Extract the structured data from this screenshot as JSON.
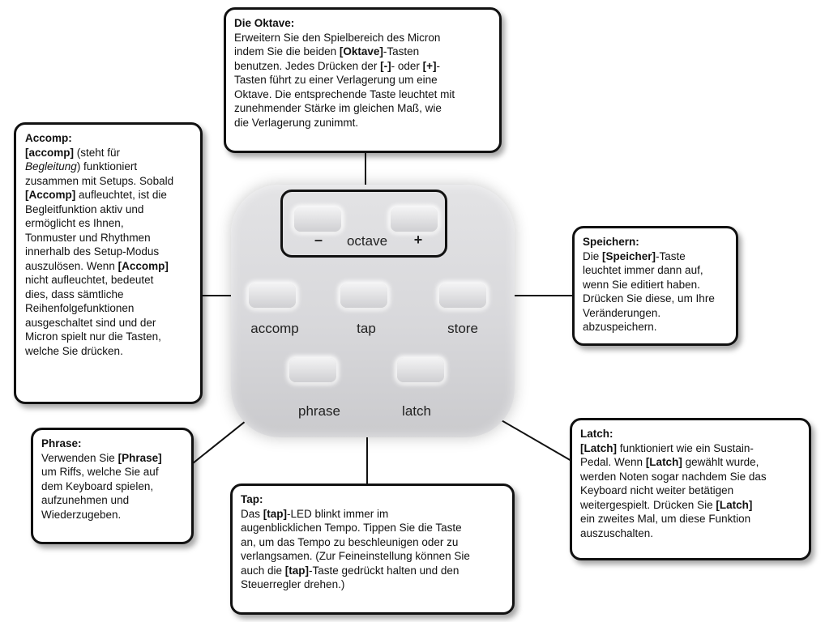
{
  "device": {
    "octave_label": "octave",
    "minus": "–",
    "plus": "+",
    "accomp": "accomp",
    "tap": "tap",
    "store": "store",
    "phrase": "phrase",
    "latch": "latch"
  },
  "callouts": {
    "oktave": {
      "title": "Die Oktave:",
      "line1": "Erweitern Sie den Spielbereich des Micron",
      "line2a": "indem Sie die beiden ",
      "line2b": "[Oktave]",
      "line2c": "-Tasten",
      "line3a": "benutzen. Jedes Drücken der ",
      "line3b": "[-]",
      "line3c": "- oder ",
      "line3d": "[+]",
      "line3e": "-",
      "line4": "Tasten führt zu einer Verlagerung um eine",
      "line5": "Oktave. Die entsprechende Taste leuchtet mit",
      "line6": "zunehmender Stärke im gleichen Maß, wie",
      "line7": "die Verlagerung zunimmt."
    },
    "accomp": {
      "title": "Accomp:",
      "l1a": "[accomp]",
      "l1b": " (steht für",
      "l2": "Begleitung",
      "l2b": ") funktioniert",
      "l3": "zusammen mit Setups. Sobald",
      "l4a": "[Accomp]",
      "l4b": " aufleuchtet, ist die",
      "l5": "Begleitfunktion aktiv und",
      "l6": "ermöglicht es Ihnen,",
      "l7": "Tonmuster und Rhythmen",
      "l8": "innerhalb des Setup-Modus",
      "l9a": "auszulösen. Wenn ",
      "l9b": "[Accomp]",
      "l10": "nicht aufleuchtet, bedeutet",
      "l11": "dies, dass sämtliche",
      "l12": "Reihenfolgefunktionen",
      "l13": "ausgeschaltet sind und der",
      "l14": "Micron spielt nur die Tasten,",
      "l15": "welche Sie drücken."
    },
    "store": {
      "title": "Speichern:",
      "l1a": "Die ",
      "l1b": "[Speicher]",
      "l1c": "-Taste",
      "l2": "leuchtet immer dann auf,",
      "l3": "wenn Sie editiert haben.",
      "l4": "Drücken Sie diese, um Ihre",
      "l5": "Veränderungen.",
      "l6": "abzuspeichern."
    },
    "phrase": {
      "title": "Phrase:",
      "l1a": "Verwenden Sie ",
      "l1b": "[Phrase]",
      "l2": "um Riffs, welche Sie auf",
      "l3": "dem Keyboard spielen,",
      "l4": "aufzunehmen und",
      "l5": "Wiederzugeben."
    },
    "tap": {
      "title": "Tap:",
      "l1a": "Das ",
      "l1b": "[tap]",
      "l1c": "-LED blinkt immer im",
      "l2": "augenblicklichen Tempo. Tippen Sie die Taste",
      "l3": "an, um das Tempo zu beschleunigen oder zu",
      "l4": "verlangsamen. (Zur Feineinstellung können Sie",
      "l5a": "auch die ",
      "l5b": "[tap]",
      "l5c": "-Taste gedrückt halten und den",
      "l6": "Steuerregler drehen.)"
    },
    "latch": {
      "title": "Latch:",
      "l1a": "[Latch]",
      "l1b": " funktioniert wie ein Sustain-",
      "l2a": "Pedal. Wenn ",
      "l2b": "[Latch]",
      "l2c": " gewählt wurde,",
      "l3": "werden Noten sogar nachdem Sie das",
      "l4": "Keyboard nicht weiter betätigen",
      "l5a": "weitergespielt.  Drücken Sie ",
      "l5b": "[Latch]",
      "l6": "ein zweites Mal, um diese Funktion",
      "l7": "auszuschalten."
    }
  }
}
